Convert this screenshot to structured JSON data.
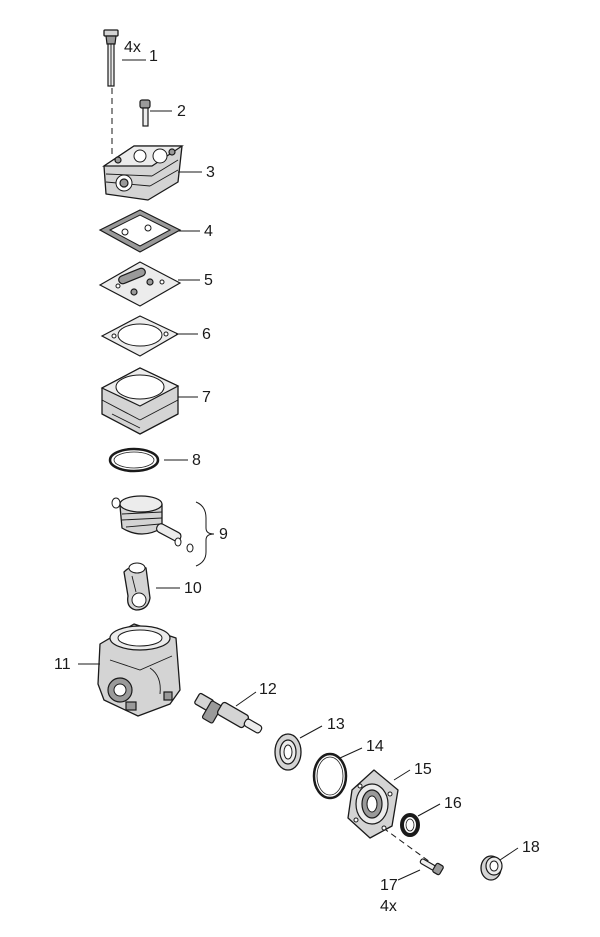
{
  "callouts": {
    "c1": "1",
    "c1_qty": "4x",
    "c2": "2",
    "c3": "3",
    "c4": "4",
    "c5": "5",
    "c6": "6",
    "c7": "7",
    "c8": "8",
    "c9": "9",
    "c10": "10",
    "c11": "11",
    "c12": "12",
    "c13": "13",
    "c14": "14",
    "c15": "15",
    "c16": "16",
    "c17": "17",
    "c17_qty": "4x",
    "c18": "18"
  }
}
